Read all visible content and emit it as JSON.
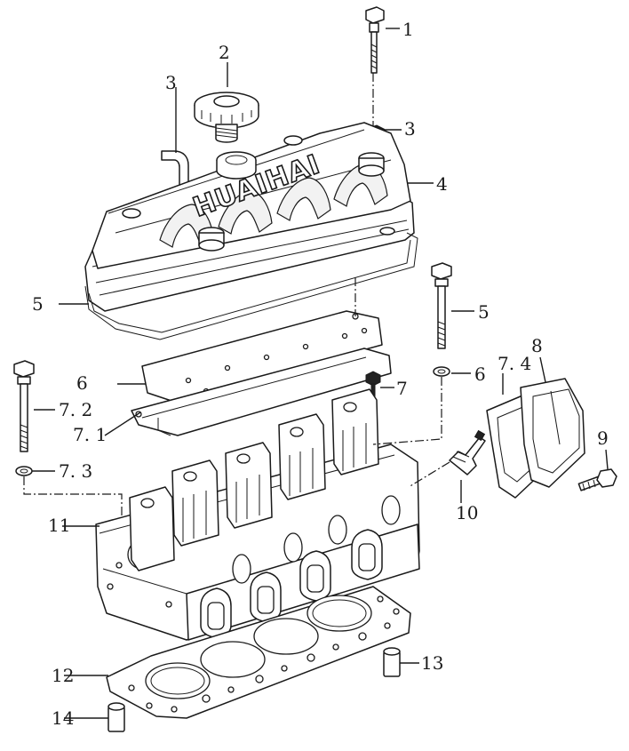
{
  "diagram": {
    "brand_text": "HUAIHAI",
    "callouts": [
      {
        "id": "1",
        "label": "1"
      },
      {
        "id": "2",
        "label": "2"
      },
      {
        "id": "3a",
        "label": "3"
      },
      {
        "id": "3b",
        "label": "3"
      },
      {
        "id": "4",
        "label": "4"
      },
      {
        "id": "5a",
        "label": "5"
      },
      {
        "id": "5b",
        "label": "5"
      },
      {
        "id": "6a",
        "label": "6"
      },
      {
        "id": "6b",
        "label": "6"
      },
      {
        "id": "7",
        "label": "7"
      },
      {
        "id": "7_1",
        "label": "7. 1"
      },
      {
        "id": "7_2",
        "label": "7. 2"
      },
      {
        "id": "7_3",
        "label": "7. 3"
      },
      {
        "id": "7_4",
        "label": "7. 4"
      },
      {
        "id": "8",
        "label": "8"
      },
      {
        "id": "9",
        "label": "9"
      },
      {
        "id": "10",
        "label": "10"
      },
      {
        "id": "11",
        "label": "11"
      },
      {
        "id": "12",
        "label": "12"
      },
      {
        "id": "13",
        "label": "13"
      },
      {
        "id": "14",
        "label": "14"
      }
    ]
  }
}
